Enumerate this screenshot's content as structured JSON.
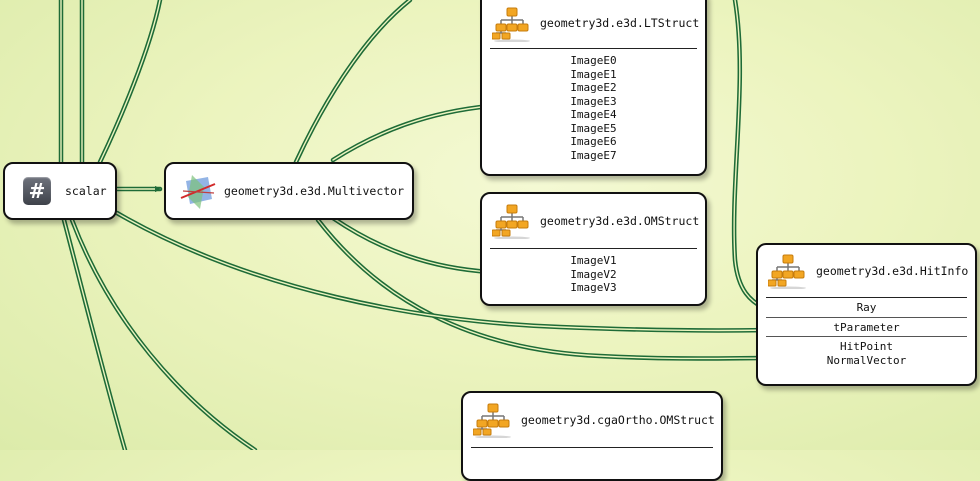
{
  "nodes": {
    "scalar": {
      "title": "scalar",
      "icon": "hash-icon"
    },
    "multivector": {
      "title": "geometry3d.e3d.Multivector",
      "icon": "multivector-icon"
    },
    "ltstruct": {
      "title": "geometry3d.e3d.LTStruct",
      "icon": "struct-icon",
      "members": [
        "ImageE0",
        "ImageE1",
        "ImageE2",
        "ImageE3",
        "ImageE4",
        "ImageE5",
        "ImageE6",
        "ImageE7"
      ]
    },
    "omstruct": {
      "title": "geometry3d.e3d.OMStruct",
      "icon": "struct-icon",
      "members": [
        "ImageV1",
        "ImageV2",
        "ImageV3"
      ]
    },
    "hitinfo": {
      "title": "geometry3d.e3d.HitInfo",
      "icon": "struct-icon",
      "sections": [
        [
          "Ray"
        ],
        [
          "tParameter"
        ],
        [
          "HitPoint",
          "NormalVector"
        ]
      ]
    },
    "cga_omstruct": {
      "title": "geometry3d.cgaOrtho.OMStruct",
      "icon": "struct-icon"
    }
  },
  "colors": {
    "edge": "#1e6b37",
    "background": "#ecf4bf"
  }
}
